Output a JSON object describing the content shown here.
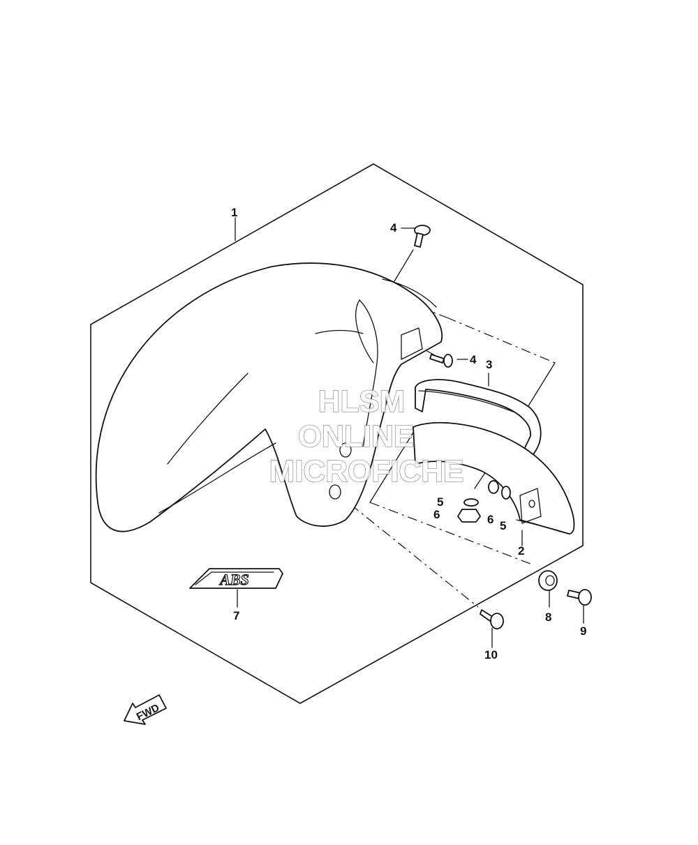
{
  "diagram": {
    "callouts": {
      "c1": "1",
      "c2": "2",
      "c3": "3",
      "c4a": "4",
      "c4b": "4",
      "c5a": "5",
      "c5b": "5",
      "c6a": "6",
      "c6b": "6",
      "c7": "7",
      "c8": "8",
      "c9": "9",
      "c10": "10"
    },
    "emblem_text": "ABS",
    "direction_arrow": "FWD"
  },
  "watermark": {
    "line1": "HLSM",
    "line2": "ONLINE",
    "line3": "MICROFICHE"
  },
  "colors": {
    "ink": "#111111",
    "watermark_stroke": "#8a8a8a"
  }
}
